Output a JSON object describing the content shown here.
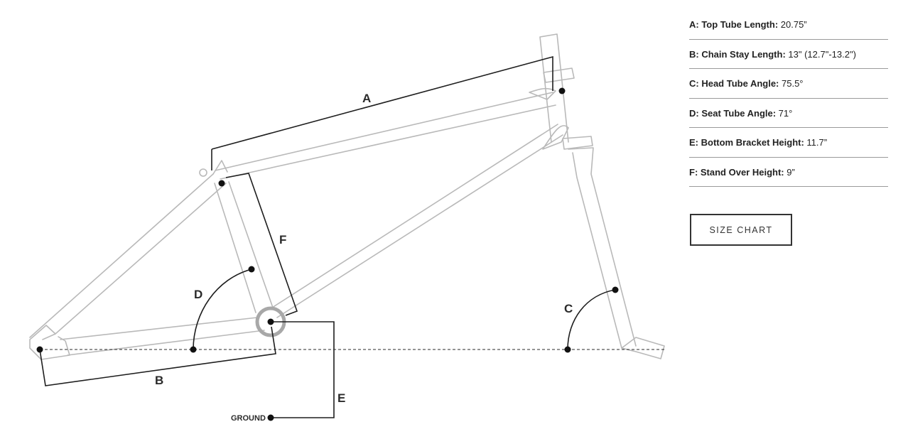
{
  "diagram": {
    "letters": {
      "a": "A",
      "b": "B",
      "c": "C",
      "d": "D",
      "e": "E",
      "f": "F"
    },
    "ground_label": "GROUND"
  },
  "specs": [
    {
      "label": "A: Top Tube Length:",
      "value": " 20.75”"
    },
    {
      "label": "B: Chain Stay Length:",
      "value": " 13\" (12.7\"-13.2\")"
    },
    {
      "label": "C: Head Tube Angle:",
      "value": " 75.5°"
    },
    {
      "label": "D: Seat Tube Angle:",
      "value": " 71°"
    },
    {
      "label": "E: Bottom Bracket Height:",
      "value": " 11.7”"
    },
    {
      "label": "F: Stand Over Height:",
      "value": " 9”"
    }
  ],
  "size_chart_label": "SIZE CHART"
}
